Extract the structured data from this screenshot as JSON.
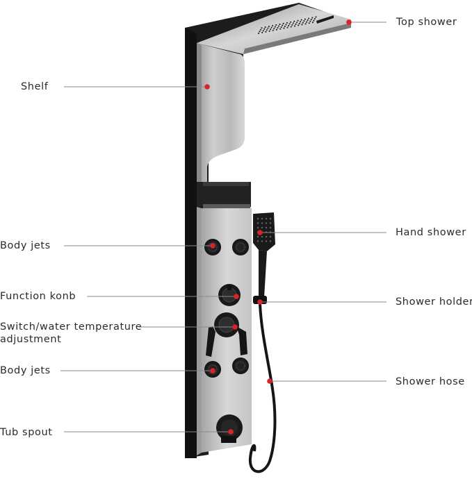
{
  "colors": {
    "accent": "#d8232a",
    "panel_dark": "#1c1c1c",
    "steel_light": "#e6e6e6",
    "steel_mid": "#b7b7b7",
    "leader_line": "#8a8a8a",
    "text": "#2a2a2a"
  },
  "labels": {
    "top_shower": "Top shower",
    "shelf": "Shelf",
    "hand_shower": "Hand shower",
    "body_jets_upper": "Body jets",
    "shower_holder": "Shower holder",
    "function_knob": "Function konb",
    "switch_line1": "Switch/water temperature",
    "switch_line2": "adjustment",
    "shower_hose": "Shower hose",
    "body_jets_lower": "Body jets",
    "tub_spout": "Tub spout"
  },
  "components": [
    {
      "id": "top-shower",
      "icon": "rain-showerhead-icon"
    },
    {
      "id": "shelf",
      "icon": "shelf-icon"
    },
    {
      "id": "hand-shower",
      "icon": "handheld-shower-icon"
    },
    {
      "id": "body-jets",
      "icon": "body-jet-nozzle-icon",
      "count": 4
    },
    {
      "id": "function-knob",
      "icon": "knob-icon"
    },
    {
      "id": "temperature-lever",
      "icon": "lever-handle-icon"
    },
    {
      "id": "tub-spout",
      "icon": "tub-spout-icon"
    }
  ]
}
